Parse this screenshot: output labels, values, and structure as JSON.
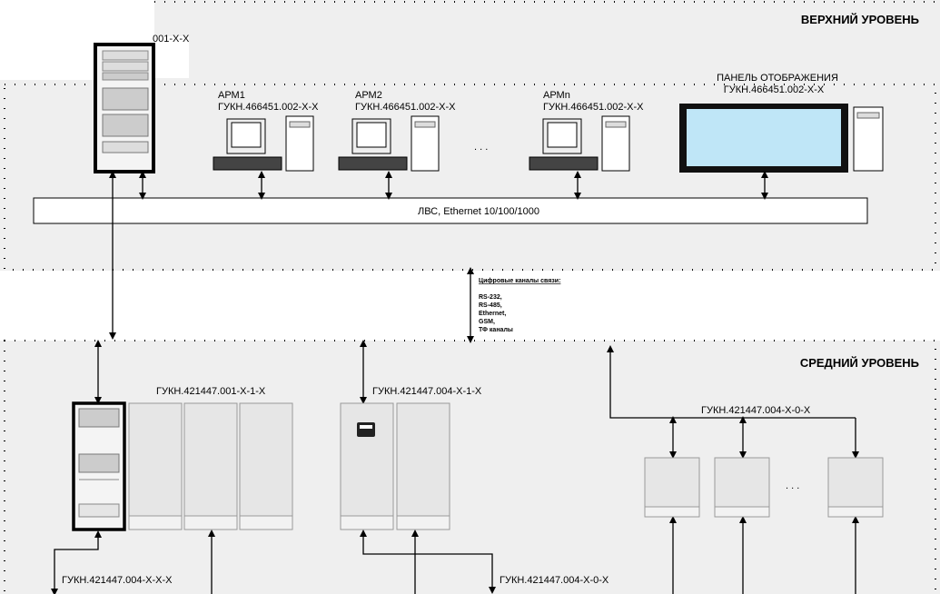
{
  "levels": {
    "upper": "ВЕРХНИЙ УРОВЕНЬ",
    "middle": "СРЕДНИЙ УРОВЕНЬ"
  },
  "upper": {
    "server_label": "001-Х-Х",
    "workstations": [
      {
        "name": "АРМ1",
        "code": "ГУКН.466451.002-Х-Х"
      },
      {
        "name": "АРМ2",
        "code": "ГУКН.466451.002-Х-Х"
      },
      {
        "name": "АРМn",
        "code": "ГУКН.466451.002-Х-Х"
      }
    ],
    "ellipsis": ". . .",
    "panel": {
      "name": "ПАНЕЛЬ ОТОБРАЖЕНИЯ",
      "code": "ГУКН.466451.002-Х-Х"
    },
    "lan": "ЛВС, Ethernet 10/100/1000"
  },
  "channels": {
    "title": "Цифровые каналы связи:",
    "items": [
      "RS-232,",
      "RS-485,",
      "Ethernet,",
      "GSM,",
      "ТФ каналы"
    ]
  },
  "middle": {
    "group1": "ГУКН.421447.001-Х-1-Х",
    "group2": "ГУКН.421447.004-Х-1-Х",
    "group3": "ГУКН.421447.004-Х-0-Х",
    "ellipsis": ". . .",
    "bottom_left": "ГУКН.421447.004-Х-Х-Х",
    "bottom_mid": "ГУКН.421447.004-Х-0-Х"
  },
  "colors": {
    "background": "#efefef",
    "screen": "#bfe6f7"
  }
}
